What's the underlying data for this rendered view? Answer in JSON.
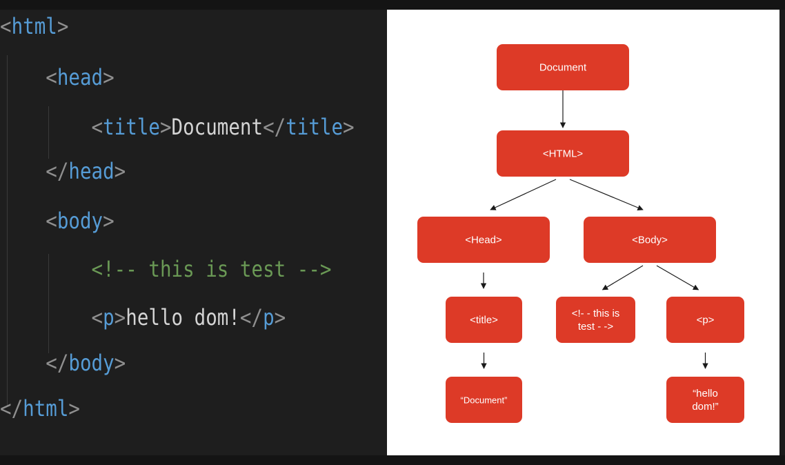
{
  "colors": {
    "background": "#1e1e1e",
    "punctuation": "#8f8f8f",
    "tag": "#569cd6",
    "text": "#d4d4d4",
    "comment": "#6a9955",
    "node_fill": "#dd3a27",
    "node_text": "#ffffff",
    "diagram_bg": "#ffffff"
  },
  "code": {
    "lines": [
      [
        {
          "t": "<",
          "k": "punct"
        },
        {
          "t": "html",
          "k": "tag"
        },
        {
          "t": ">",
          "k": "punct"
        }
      ],
      [
        {
          "t": "    ",
          "k": "text"
        },
        {
          "t": "<",
          "k": "punct"
        },
        {
          "t": "head",
          "k": "tag"
        },
        {
          "t": ">",
          "k": "punct"
        }
      ],
      [
        {
          "t": "        ",
          "k": "text"
        },
        {
          "t": "<",
          "k": "punct"
        },
        {
          "t": "title",
          "k": "tag"
        },
        {
          "t": ">",
          "k": "punct"
        },
        {
          "t": "Document",
          "k": "text"
        },
        {
          "t": "</",
          "k": "punct"
        },
        {
          "t": "title",
          "k": "tag"
        },
        {
          "t": ">",
          "k": "punct"
        }
      ],
      [
        {
          "t": "    ",
          "k": "text"
        },
        {
          "t": "</",
          "k": "punct"
        },
        {
          "t": "head",
          "k": "tag"
        },
        {
          "t": ">",
          "k": "punct"
        }
      ],
      [
        {
          "t": "    ",
          "k": "text"
        },
        {
          "t": "<",
          "k": "punct"
        },
        {
          "t": "body",
          "k": "tag"
        },
        {
          "t": ">",
          "k": "punct"
        }
      ],
      [
        {
          "t": "        ",
          "k": "text"
        },
        {
          "t": "<!-- this is test -->",
          "k": "comment"
        }
      ],
      [
        {
          "t": "        ",
          "k": "text"
        },
        {
          "t": "<",
          "k": "punct"
        },
        {
          "t": "p",
          "k": "tag"
        },
        {
          "t": ">",
          "k": "punct"
        },
        {
          "t": "hello dom!",
          "k": "text"
        },
        {
          "t": "</",
          "k": "punct"
        },
        {
          "t": "p",
          "k": "tag"
        },
        {
          "t": ">",
          "k": "punct"
        }
      ],
      [
        {
          "t": "    ",
          "k": "text"
        },
        {
          "t": "</",
          "k": "punct"
        },
        {
          "t": "body",
          "k": "tag"
        },
        {
          "t": ">",
          "k": "punct"
        }
      ],
      [
        {
          "t": "</",
          "k": "punct"
        },
        {
          "t": "html",
          "k": "tag"
        },
        {
          "t": ">",
          "k": "punct"
        }
      ]
    ]
  },
  "diagram": {
    "nodes": {
      "document": {
        "lines": [
          "Document"
        ]
      },
      "html": {
        "lines": [
          "<HTML>"
        ]
      },
      "head": {
        "lines": [
          "<Head>"
        ]
      },
      "body": {
        "lines": [
          "<Body>"
        ]
      },
      "title": {
        "lines": [
          "<title>"
        ]
      },
      "comment": {
        "lines": [
          "<!- - this is",
          "test - ->"
        ]
      },
      "p": {
        "lines": [
          "<p>"
        ]
      },
      "title_text": {
        "lines": [
          "“Document”"
        ]
      },
      "p_text": {
        "lines": [
          "“hello",
          "dom!”"
        ]
      }
    },
    "edges": [
      {
        "from": "document",
        "to": "html"
      },
      {
        "from": "html",
        "to": "head"
      },
      {
        "from": "html",
        "to": "body"
      },
      {
        "from": "head",
        "to": "title"
      },
      {
        "from": "body",
        "to": "comment"
      },
      {
        "from": "body",
        "to": "p"
      },
      {
        "from": "title",
        "to": "title_text"
      },
      {
        "from": "p",
        "to": "p_text"
      }
    ]
  }
}
